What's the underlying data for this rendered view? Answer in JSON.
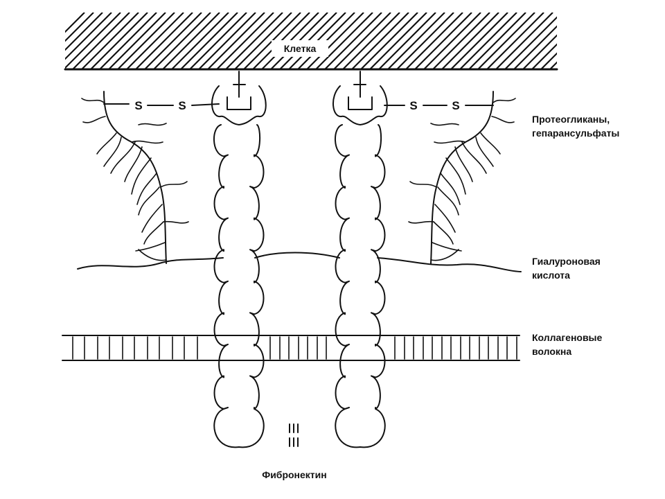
{
  "labels": {
    "cell": "Клетка",
    "proteoglycans_line1": "Протеогликаны,",
    "proteoglycans_line2": "гепарансульфаты",
    "hyaluronic_line1": "Гиалуроновая",
    "hyaluronic_line2": "кислота",
    "collagen_line1": "Коллагеновые",
    "collagen_line2": "волокна",
    "fibronectin": "Фибронектин"
  },
  "disulfide": {
    "left_s1": "S",
    "left_s2": "S",
    "right_s1": "S",
    "right_s2": "S"
  }
}
